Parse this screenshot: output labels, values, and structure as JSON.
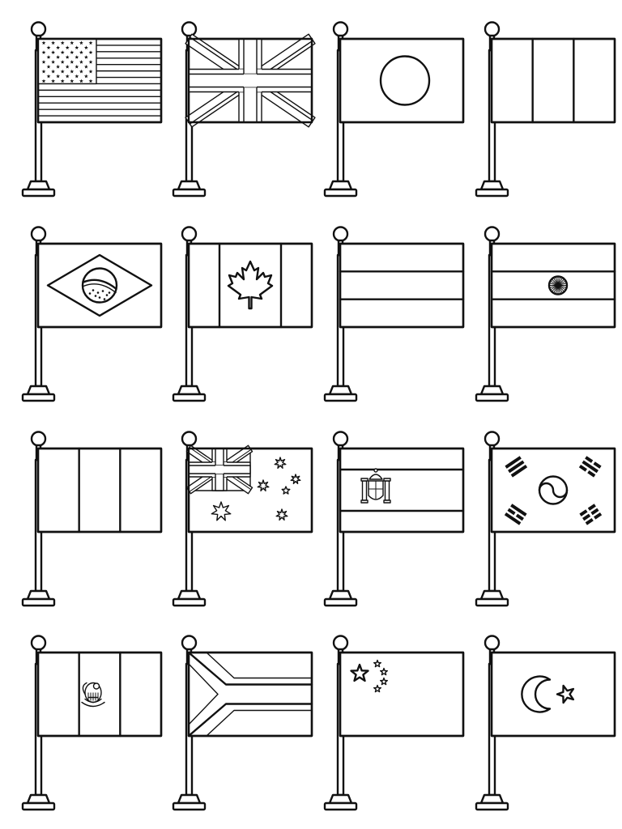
{
  "sheet": {
    "background": "#ffffff",
    "line_color": "#111111",
    "flags": [
      {
        "name": "usa-flag"
      },
      {
        "name": "united-kingdom-flag"
      },
      {
        "name": "japan-flag"
      },
      {
        "name": "tricolor-vertical-flag"
      },
      {
        "name": "brazil-flag"
      },
      {
        "name": "canada-flag"
      },
      {
        "name": "tricolor-horizontal-flag"
      },
      {
        "name": "india-flag"
      },
      {
        "name": "tricolor-vertical-flag"
      },
      {
        "name": "australia-flag"
      },
      {
        "name": "spain-flag"
      },
      {
        "name": "south-korea-flag"
      },
      {
        "name": "mexico-flag"
      },
      {
        "name": "south-africa-flag"
      },
      {
        "name": "china-flag"
      },
      {
        "name": "turkey-flag"
      }
    ]
  }
}
